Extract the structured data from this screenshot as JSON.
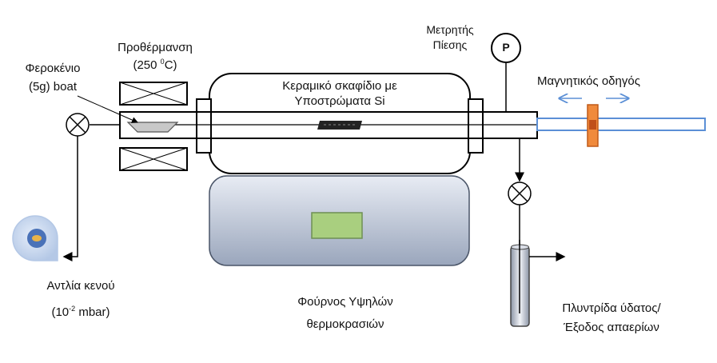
{
  "labels": {
    "iron_source_line1": "Φεροκένιο",
    "iron_source_line2": "(5g) boat",
    "preheating_line1": "Προθέρμανση",
    "preheating_line2_prefix": "(250 ",
    "preheating_line2_sup": "0",
    "preheating_line2_suffix": "C)",
    "ceramic_boat_line1": "Κεραμικό σκαφίδιο με",
    "ceramic_boat_line2": "Υποστρώματα Si",
    "pressure_gauge_line1": "Μετρητής",
    "pressure_gauge_line2": "Πίεσης",
    "gauge_symbol": "P",
    "magnetic_guide": "Μαγνητικός οδηγός",
    "vacuum_pump_line1": "Αντλία κενού",
    "vacuum_pump_line2_prefix": "(10",
    "vacuum_pump_line2_sup": "-2",
    "vacuum_pump_line2_suffix": " mbar)",
    "furnace_line1": "Φούρνος Υψηλών",
    "furnace_line2": "θερμοκρασιών",
    "bubbler_line1": "Πλυντρίδα ύδατος/",
    "bubbler_line2": "Έξοδος απαερίων"
  },
  "colors": {
    "outline": "#000000",
    "furnace_top": "#e8ecf4",
    "furnace_bottom": "#9aa6bc",
    "display_fill": "#a9cf7f",
    "display_stroke": "#6e8f54",
    "magnet_fill": "#f08a3c",
    "magnet_stroke": "#c05a18",
    "rod_stroke": "#5b8fd6",
    "arrow_blue": "#5b8fd6",
    "pump_fill": "#c9d9f0",
    "pump_inner": "#4a72b8",
    "pump_core": "#e8b34a",
    "boat_fill": "#c8c8c8",
    "substrate_fill": "#222222"
  },
  "icons": {
    "valve_left": "valve-icon",
    "valve_right": "valve-icon",
    "pressure_gauge": "pressure-gauge-icon",
    "vacuum_pump": "vacuum-pump-icon",
    "bubbler": "bubbler-icon",
    "magnet": "magnet-icon"
  }
}
